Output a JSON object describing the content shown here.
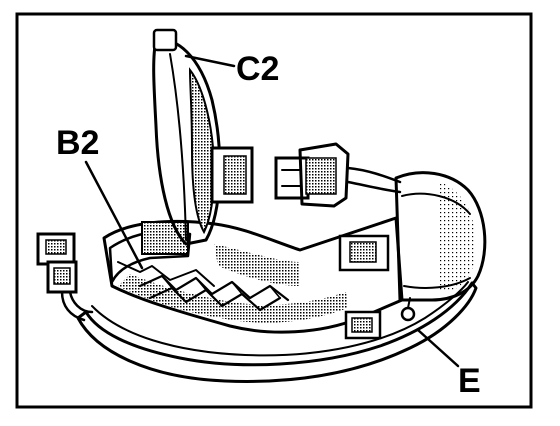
{
  "labels": {
    "c2": "C2",
    "b2": "B2",
    "e": "E"
  },
  "colors": {
    "ink": "#000000",
    "paper": "#ffffff",
    "shade": "#9a9a9a"
  }
}
